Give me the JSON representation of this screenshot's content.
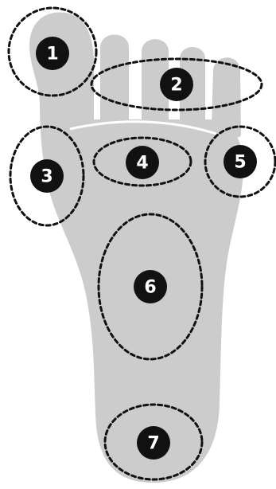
{
  "colors": {
    "foot_fill": "#cccccc",
    "outline": "#111111",
    "badge_fill": "#111111",
    "badge_text": "#ffffff",
    "crease": "#ffffff"
  },
  "zones": [
    {
      "id": "big-toe",
      "number": "1"
    },
    {
      "id": "small-toes",
      "number": "2"
    },
    {
      "id": "inner-ball",
      "number": "3"
    },
    {
      "id": "center-ball",
      "number": "4"
    },
    {
      "id": "outer-ball",
      "number": "5"
    },
    {
      "id": "arch",
      "number": "6"
    },
    {
      "id": "heel",
      "number": "7"
    }
  ]
}
